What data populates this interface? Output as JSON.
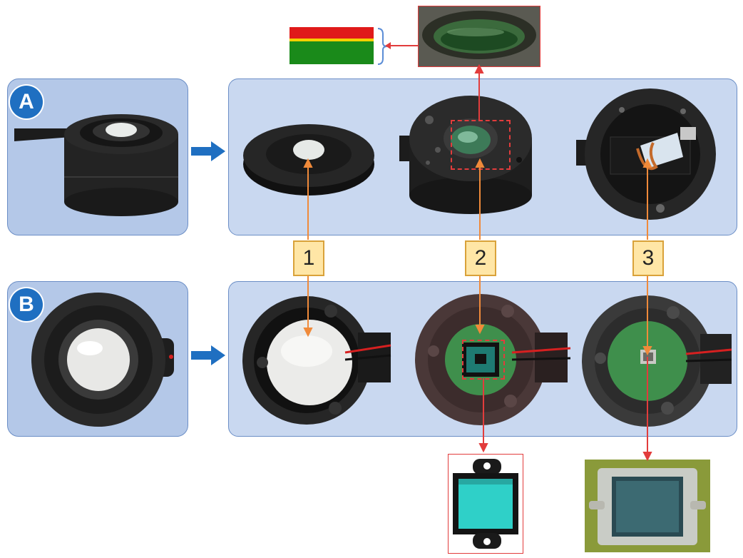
{
  "sensors": [
    {
      "label": "A"
    },
    {
      "label": "B"
    }
  ],
  "components": [
    {
      "number": "1"
    },
    {
      "number": "2"
    },
    {
      "number": "3"
    }
  ],
  "colors": {
    "panel_light": "#c9d8f0",
    "panel_dark": "#b4c8e8",
    "badge_blue": "#1f6fc1",
    "numbox_fill": "#ffe6a6",
    "numbox_border": "#d9a23a",
    "orange_line": "#f08a3a",
    "red_line": "#e23c3c",
    "filter_red": "#e01a1a",
    "filter_yellow": "#f5d000",
    "filter_green": "#1a8a1a"
  },
  "icons": [
    "blue-arrow-right",
    "orange-arrow",
    "red-arrow",
    "red-dashed-box",
    "brace"
  ]
}
